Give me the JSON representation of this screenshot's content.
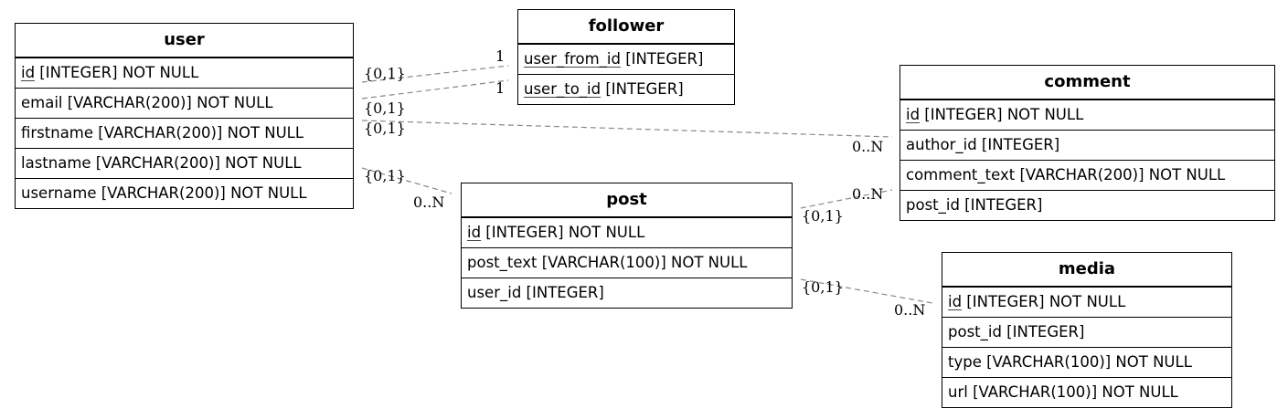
{
  "tables": {
    "user": {
      "name": "user",
      "columns": [
        {
          "key": "id",
          "rest": " [INTEGER] NOT NULL"
        },
        {
          "key": "",
          "rest": "email [VARCHAR(200)] NOT NULL"
        },
        {
          "key": "",
          "rest": "firstname [VARCHAR(200)] NOT NULL"
        },
        {
          "key": "",
          "rest": "lastname [VARCHAR(200)] NOT NULL"
        },
        {
          "key": "",
          "rest": "username [VARCHAR(200)] NOT NULL"
        }
      ]
    },
    "follower": {
      "name": "follower",
      "columns": [
        {
          "key": "user_from_id",
          "rest": " [INTEGER]"
        },
        {
          "key": "user_to_id",
          "rest": " [INTEGER]"
        }
      ]
    },
    "comment": {
      "name": "comment",
      "columns": [
        {
          "key": "id",
          "rest": " [INTEGER] NOT NULL"
        },
        {
          "key": "",
          "rest": "author_id [INTEGER]"
        },
        {
          "key": "",
          "rest": "comment_text [VARCHAR(200)] NOT NULL"
        },
        {
          "key": "",
          "rest": "post_id [INTEGER]"
        }
      ]
    },
    "post": {
      "name": "post",
      "columns": [
        {
          "key": "id",
          "rest": " [INTEGER] NOT NULL"
        },
        {
          "key": "",
          "rest": "post_text [VARCHAR(100)] NOT NULL"
        },
        {
          "key": "",
          "rest": "user_id [INTEGER]"
        }
      ]
    },
    "media": {
      "name": "media",
      "columns": [
        {
          "key": "id",
          "rest": " [INTEGER] NOT NULL"
        },
        {
          "key": "",
          "rest": "post_id [INTEGER]"
        },
        {
          "key": "",
          "rest": "type [VARCHAR(100)] NOT NULL"
        },
        {
          "key": "",
          "rest": "url [VARCHAR(100)] NOT NULL"
        }
      ]
    }
  },
  "relationships": [
    {
      "from": "user",
      "to": "follower",
      "from_card": "{0,1}",
      "to_card": "1"
    },
    {
      "from": "user",
      "to": "follower",
      "from_card": "{0,1}",
      "to_card": "1"
    },
    {
      "from": "user",
      "to": "comment",
      "from_card": "{0,1}",
      "to_card": "0..N"
    },
    {
      "from": "user",
      "to": "post",
      "from_card": "{0,1}",
      "to_card": "0..N"
    },
    {
      "from": "post",
      "to": "comment",
      "from_card": "{0,1}",
      "to_card": "0..N"
    },
    {
      "from": "post",
      "to": "media",
      "from_card": "{0,1}",
      "to_card": "0..N"
    }
  ],
  "colors": {
    "line": "#888888",
    "border": "#000000",
    "background": "#ffffff"
  }
}
